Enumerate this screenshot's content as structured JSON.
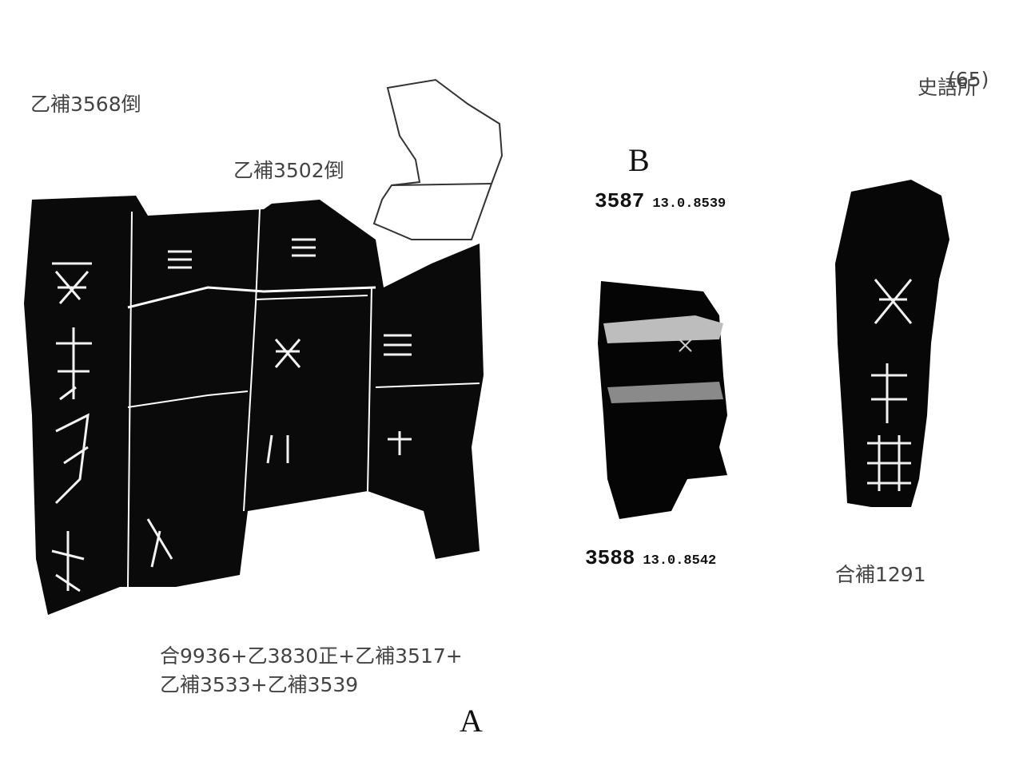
{
  "page": {
    "number": "(65)",
    "institution": "史語所"
  },
  "group_a": {
    "marker": "A",
    "label_top_left": "乙補3568倒",
    "label_top_mid": "乙補3502倒",
    "caption_line1": "合9936+乙3830正+乙補3517+",
    "caption_line2": "乙補3533+乙補3539"
  },
  "group_b": {
    "marker": "B",
    "top_number": "3587",
    "top_code": "13.0.8539",
    "bottom_number": "3588",
    "bottom_code": "13.0.8542",
    "right_label": "合補1291"
  }
}
